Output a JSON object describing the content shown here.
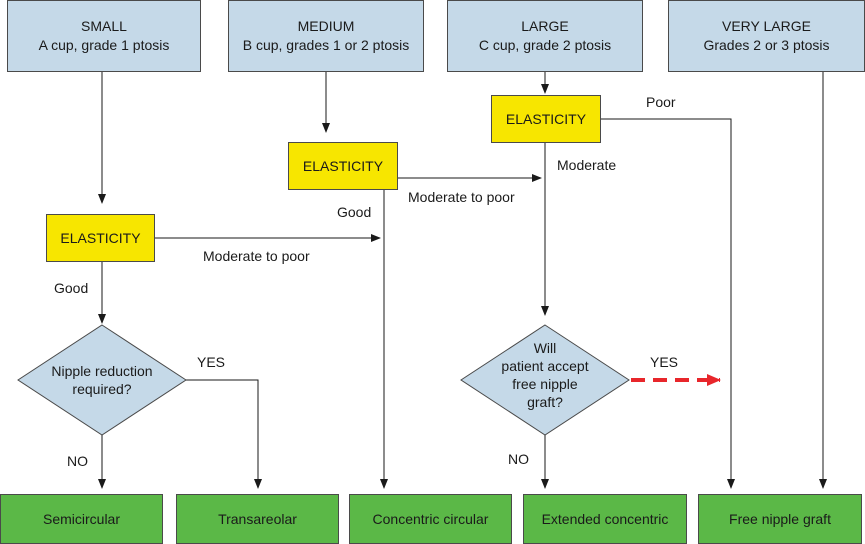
{
  "categories": [
    {
      "title": "SMALL",
      "detail": "A cup, grade 1 ptosis"
    },
    {
      "title": "MEDIUM",
      "detail": "B cup, grades 1 or 2 ptosis"
    },
    {
      "title": "LARGE",
      "detail": "C cup, grade 2 ptosis"
    },
    {
      "title": "VERY LARGE",
      "detail": "Grades 2 or 3 ptosis"
    }
  ],
  "elasticity_label": "ELASTICITY",
  "decisions": {
    "nipple_reduction": [
      "Nipple reduction",
      "required?"
    ],
    "free_nipple_graft": [
      "Will",
      "patient accept",
      "free nipple",
      "graft?"
    ]
  },
  "edge_labels": {
    "good": "Good",
    "moderate_to_poor": "Moderate to poor",
    "moderate": "Moderate",
    "poor": "Poor",
    "yes": "YES",
    "no": "NO"
  },
  "outcomes": [
    "Semicircular",
    "Transareolar",
    "Concentric circular",
    "Extended concentric",
    "Free nipple graft"
  ],
  "colors": {
    "category_fill": "#c5d9e8",
    "elasticity_fill": "#f7e600",
    "decision_fill": "#c5d9e8",
    "outcome_fill": "#5bb847",
    "dashed_arrow": "#e8262b"
  }
}
